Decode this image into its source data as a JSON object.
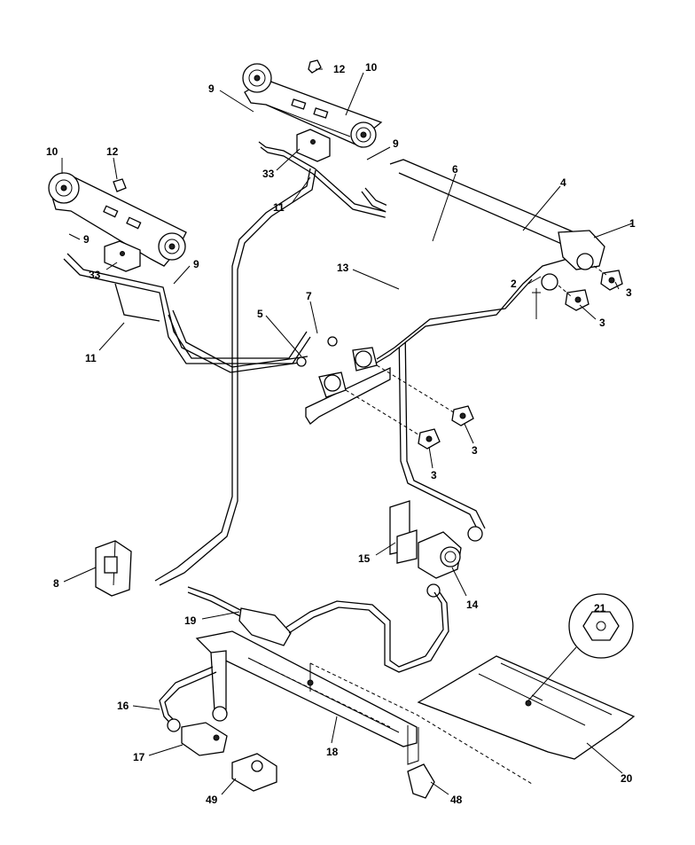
{
  "callouts": {
    "c1": "1",
    "c2": "2",
    "c3a": "3",
    "c3b": "3",
    "c3c": "3",
    "c3d": "3",
    "c4": "4",
    "c5": "5",
    "c6": "6",
    "c7": "7",
    "c8": "8",
    "c9a": "9",
    "c9b": "9",
    "c9c": "9",
    "c9d": "9",
    "c10a": "10",
    "c10b": "10",
    "c11a": "11",
    "c11b": "11",
    "c12a": "12",
    "c12b": "12",
    "c13": "13",
    "c14": "14",
    "c15": "15",
    "c16": "16",
    "c17": "17",
    "c18": "18",
    "c19": "19",
    "c20": "20",
    "c21": "21",
    "c33a": "33",
    "c33b": "33",
    "c48": "48",
    "c49": "49"
  }
}
